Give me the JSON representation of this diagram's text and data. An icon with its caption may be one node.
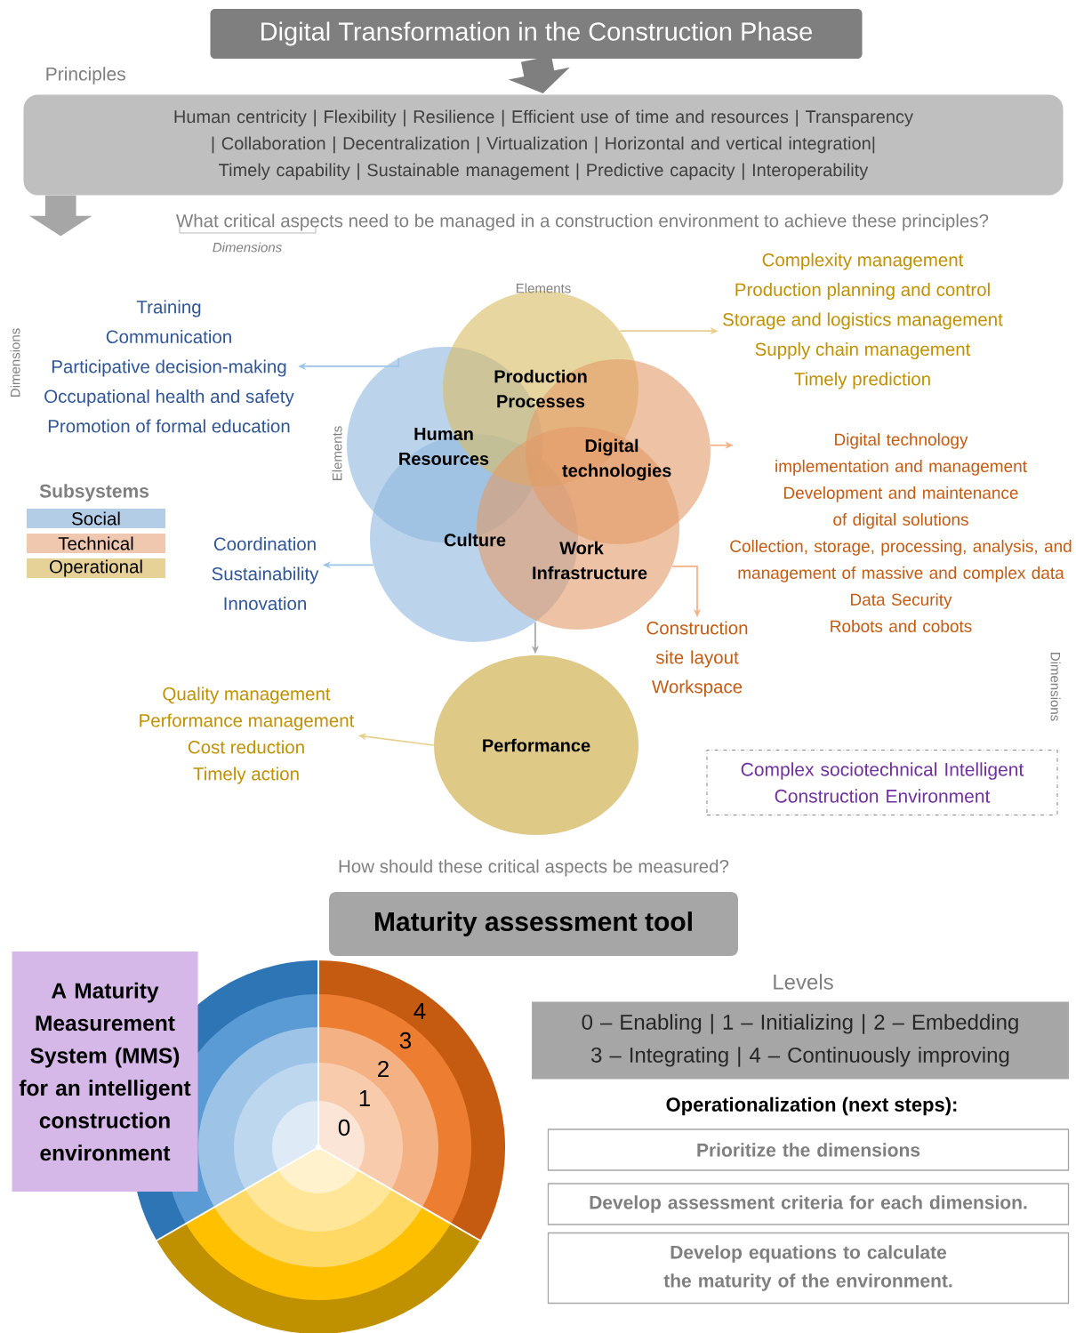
{
  "diagram": {
    "nodes": [
      {
        "text": [
          "Digital Transformation in the Construction Phase"
        ]
      },
      {
        "text": [
          "Principles",
          "Human centricity | Flexibility | Resilience | Efficient use of time and resources | Transparency | Collaboration | Decentralization | Virtualization | Horizontal and vertical integration| Timely capability | Sustainable management | Predictive capacity | Interoperability"
        ]
      },
      {
        "text": [
          "What critical aspects need to be managed in a construction environment to achieve these principles?"
        ]
      },
      {
        "text": [
          "Production Processes"
        ]
      },
      {
        "text": [
          "Human Resources"
        ]
      },
      {
        "text": [
          "Digital technologies"
        ]
      },
      {
        "text": [
          "Culture"
        ]
      },
      {
        "text": [
          "Work Infrastructure"
        ]
      },
      {
        "text": [
          "Performance"
        ]
      },
      {
        "text": [
          "Training",
          "Communication",
          "Participative decision-making",
          "Occupational health and safety",
          "Promotion of formal education"
        ]
      },
      {
        "text": [
          "Complexity management",
          "Production planning and control",
          "Storage and logistics management",
          "Supply chain management",
          "Timely prediction"
        ]
      },
      {
        "text": [
          "Digital technology implementation and management",
          "Development and maintenance of digital solutions",
          "Collection, storage, processing, analysis, and management of massive and complex data",
          "Data Security",
          "Robots and cobots"
        ]
      },
      {
        "text": [
          "Coordination",
          "Sustainability",
          "Innovation"
        ]
      },
      {
        "text": [
          "Construction site layout",
          "Workspace"
        ]
      },
      {
        "text": [
          "Quality management",
          "Performance management",
          "Cost reduction",
          "Timely action"
        ]
      },
      {
        "text": [
          "Complex sociotechnical Intelligent Construction Environment"
        ]
      },
      {
        "text": [
          "Maturity assessment tool"
        ]
      },
      {
        "text": [
          "A Maturity Measurement System (MMS) for an intelligent construction environment"
        ]
      },
      {
        "text": [
          "Levels",
          "0 – Enabling | 1 – Initializing | 2 – Embedding 3 – Integrating | 4 – Continuously improving"
        ]
      },
      {
        "text": [
          "Prioritize the dimensions"
        ]
      },
      {
        "text": [
          "Develop assessment criteria for each dimension."
        ]
      },
      {
        "text": [
          "Develop equations to calculate the maturity of the environment."
        ]
      }
    ],
    "edges": [
      {
        "from": 0,
        "to": 1,
        "arrow": "to",
        "style": "thick",
        "color": "#7f7f7f"
      },
      {
        "from": 1,
        "to": null,
        "arrow": "to",
        "style": "thick",
        "color": "#a6a6a6"
      },
      {
        "from": 3,
        "to": 10,
        "arrow": "to",
        "color": "#e6cf8b"
      },
      {
        "from": 4,
        "to": 9,
        "arrow": "to",
        "color": "#9dc3e6"
      },
      {
        "from": 5,
        "to": 11,
        "arrow": "to",
        "color": "#f4b183"
      },
      {
        "from": 6,
        "to": 12,
        "arrow": "to",
        "color": "#9dc3e6"
      },
      {
        "from": 7,
        "to": 13,
        "arrow": "to",
        "color": "#f4b183"
      },
      {
        "from": 6,
        "to": 8,
        "arrow": "to",
        "color": "#a6a6a6"
      },
      {
        "from": 8,
        "to": 14,
        "arrow": "to",
        "color": "#e6cf8b"
      }
    ],
    "labels": [
      "Dimensions",
      "Elements",
      "Dimensions",
      "Elements",
      "Subsystems",
      "Dimensions",
      "How should these critical aspects be measured?",
      "4",
      "3",
      "2",
      "1",
      "0",
      "Operationalization (next steps):"
    ],
    "legend": [
      {
        "text": "Social",
        "color": "#b4cde6"
      },
      {
        "text": "Technical",
        "color": "#f0c8b0"
      },
      {
        "text": "Operational",
        "color": "#e6d296"
      }
    ]
  }
}
